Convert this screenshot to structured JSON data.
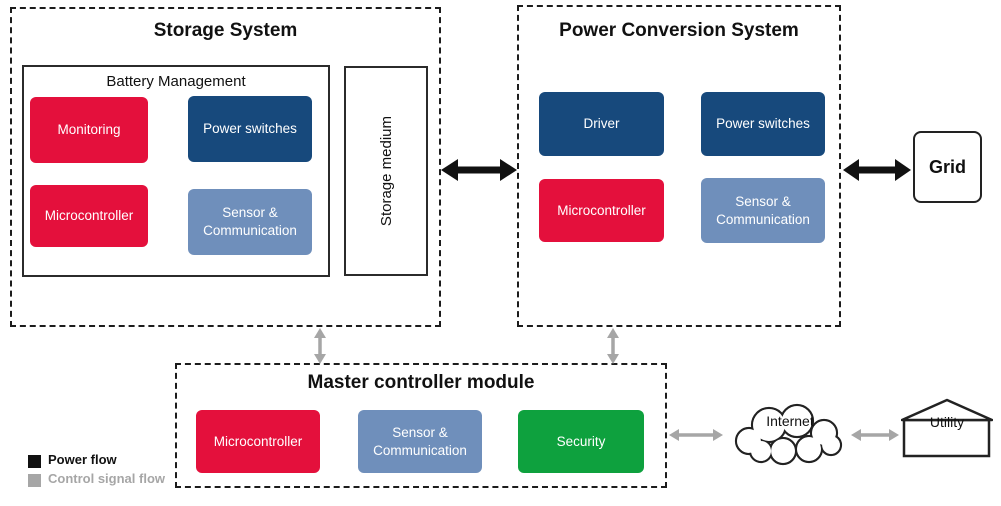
{
  "storage_system": {
    "title": "Storage System",
    "battery_management": {
      "title": "Battery Management",
      "modules": [
        {
          "label": "Monitoring",
          "color": "#e4103c"
        },
        {
          "label": "Power switches",
          "color": "#17497c"
        },
        {
          "label": "Microcontroller",
          "color": "#e4103c"
        },
        {
          "label": "Sensor & Communication",
          "color": "#6f8fbb"
        }
      ]
    },
    "storage_medium": {
      "label": "Storage medium"
    }
  },
  "power_conversion_system": {
    "title": "Power Conversion System",
    "modules": [
      {
        "label": "Driver",
        "color": "#17497c"
      },
      {
        "label": "Power switches",
        "color": "#17497c"
      },
      {
        "label": "Microcontroller",
        "color": "#e4103c"
      },
      {
        "label": "Sensor & Communication",
        "color": "#6f8fbb"
      }
    ]
  },
  "grid": {
    "label": "Grid"
  },
  "master_controller": {
    "title": "Master controller module",
    "modules": [
      {
        "label": "Microcontroller",
        "color": "#e4103c"
      },
      {
        "label": "Sensor & Communication",
        "color": "#6f8fbb"
      },
      {
        "label": "Security",
        "color": "#0ea13e"
      }
    ]
  },
  "internet": {
    "label": "Internet"
  },
  "utility": {
    "label": "Utility"
  },
  "legend": [
    {
      "label": "Power flow",
      "color": "#111111"
    },
    {
      "label": "Control signal flow",
      "color": "#a6a6a6"
    }
  ],
  "colors": {
    "power_flow_arrow": "#111111",
    "control_signal_arrow": "#a6a6a6"
  }
}
